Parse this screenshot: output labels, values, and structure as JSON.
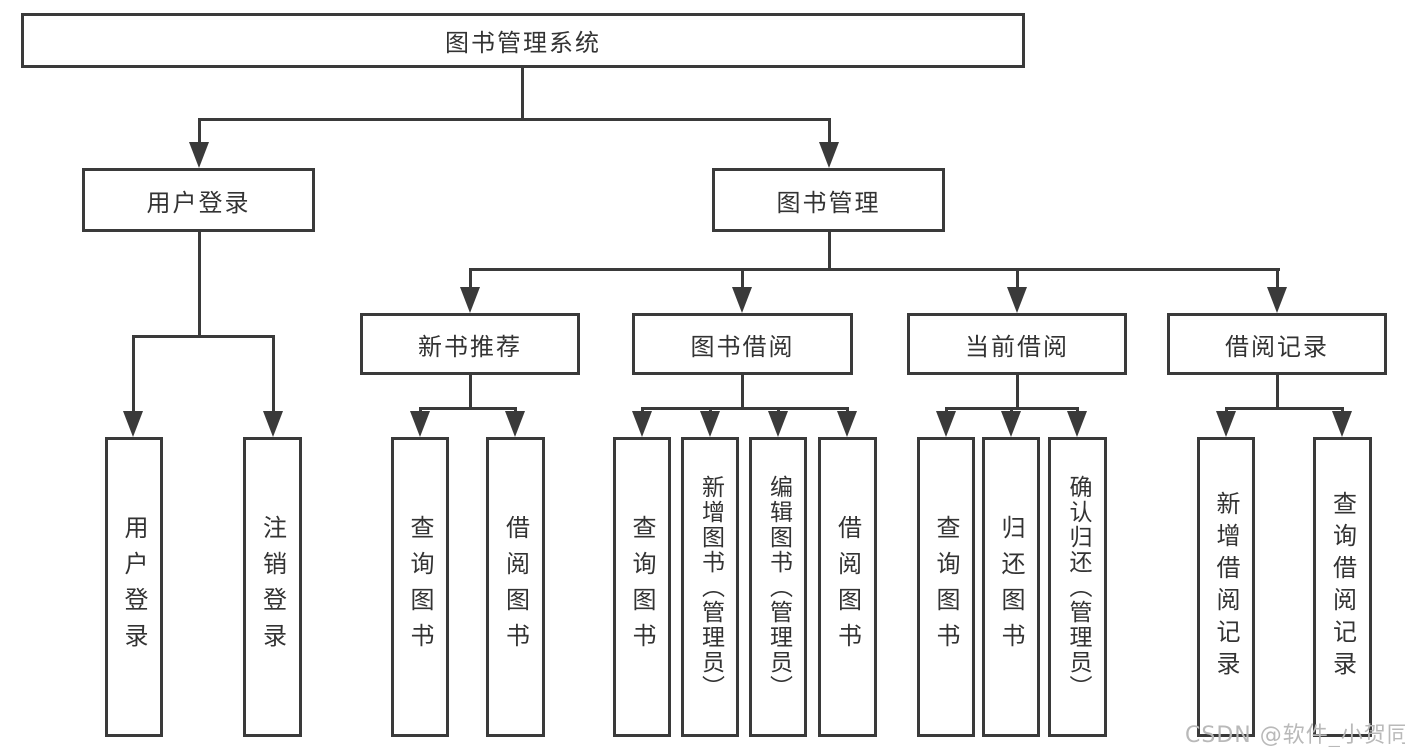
{
  "diagram": {
    "type": "hierarchy-tree",
    "root": {
      "label": "图书管理系统"
    },
    "level2": [
      {
        "label": "用户登录"
      },
      {
        "label": "图书管理"
      }
    ],
    "level3": [
      {
        "label": "新书推荐",
        "parent": "图书管理"
      },
      {
        "label": "图书借阅",
        "parent": "图书管理"
      },
      {
        "label": "当前借阅",
        "parent": "图书管理"
      },
      {
        "label": "借阅记录",
        "parent": "图书管理"
      }
    ],
    "leaves": [
      {
        "label": "用户登录",
        "parent": "用户登录"
      },
      {
        "label": "注销登录",
        "parent": "用户登录"
      },
      {
        "label": "查询图书",
        "parent": "新书推荐"
      },
      {
        "label": "借阅图书",
        "parent": "新书推荐"
      },
      {
        "label": "查询图书",
        "parent": "图书借阅"
      },
      {
        "label": "新增图书（管理员）",
        "parent": "图书借阅"
      },
      {
        "label": "编辑图书（管理员）",
        "parent": "图书借阅"
      },
      {
        "label": "借阅图书",
        "parent": "图书借阅"
      },
      {
        "label": "查询图书",
        "parent": "当前借阅"
      },
      {
        "label": "归还图书",
        "parent": "当前借阅"
      },
      {
        "label": "确认归还（管理员）",
        "parent": "当前借阅"
      },
      {
        "label": "新增借阅记录",
        "parent": "借阅记录"
      },
      {
        "label": "查询借阅记录",
        "parent": "借阅记录"
      }
    ]
  },
  "watermark": {
    "text": "CSDN @软件_小贺同学",
    "color": "#b9b9b9"
  },
  "colors": {
    "line": "#3a3a3a",
    "text": "#333333",
    "background": "#ffffff"
  }
}
